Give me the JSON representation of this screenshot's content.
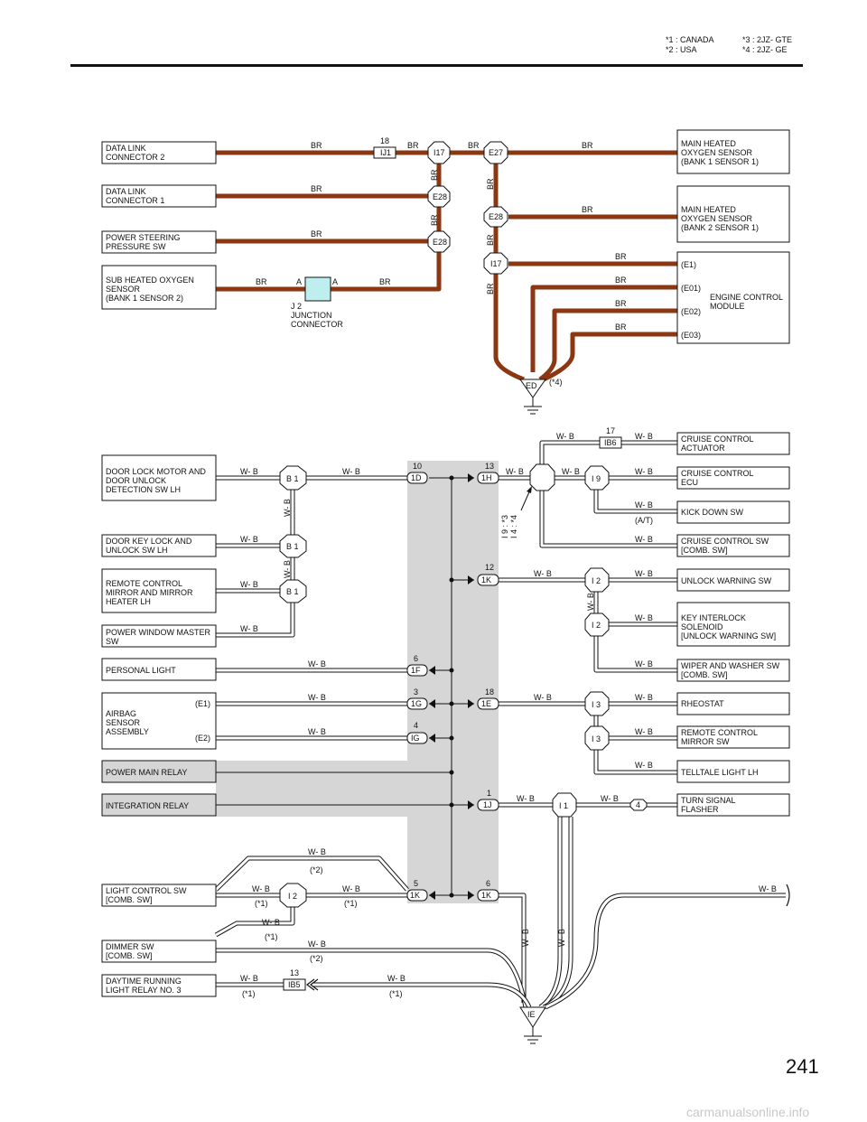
{
  "notes": {
    "n1": "*1 : CANADA",
    "n2": "*2 : USA",
    "n3": "*3 : 2JZ- GTE",
    "n4": "*4 : 2JZ- GE"
  },
  "page_number": "241",
  "watermark": "carmanualsonline.info",
  "wire": {
    "br": "BR",
    "wb": "W- B"
  },
  "colors": {
    "br_wire": "#8a3712",
    "wb_wire": "#111111",
    "junction_block": "#d6d6d6"
  },
  "components": {
    "dlc2": [
      "DATA LINK",
      "CONNECTOR 2"
    ],
    "dlc1": [
      "DATA LINK",
      "CONNECTOR 1"
    ],
    "ps_sw": [
      "POWER STEERING",
      "PRESSURE SW"
    ],
    "sub_o2": [
      "SUB HEATED OXYGEN",
      "SENSOR",
      "(BANK 1 SENSOR 2)"
    ],
    "main_o2_b1": [
      "MAIN HEATED",
      "OXYGEN SENSOR",
      "(BANK 1 SENSOR 1)"
    ],
    "main_o2_b2": [
      "MAIN HEATED",
      "OXYGEN SENSOR",
      "(BANK 2 SENSOR 1)"
    ],
    "ecm": [
      "ENGINE CONTROL",
      "MODULE"
    ],
    "ecm_pins": [
      "(E1)",
      "(E01)",
      "(E02)",
      "(E03)"
    ],
    "j2": [
      "J 2",
      "JUNCTION",
      "CONNECTOR"
    ],
    "door_lock_motor": [
      "DOOR LOCK MOTOR AND",
      "DOOR UNLOCK",
      "DETECTION SW LH"
    ],
    "door_key_sw": [
      "DOOR KEY LOCK AND",
      "UNLOCK SW LH"
    ],
    "remote_mirror_lh": [
      "REMOTE CONTROL",
      "MIRROR AND MIRROR",
      "HEATER LH"
    ],
    "pw_master": [
      "POWER WINDOW MASTER",
      "SW"
    ],
    "personal_light": [
      "PERSONAL LIGHT"
    ],
    "airbag": [
      "AIRBAG",
      "SENSOR",
      "ASSEMBLY"
    ],
    "airbag_pins": [
      "(E1)",
      "(E2)"
    ],
    "power_main_relay": [
      "POWER MAIN RELAY"
    ],
    "integration_relay": [
      "INTEGRATION RELAY"
    ],
    "light_control_sw": [
      "LIGHT CONTROL SW",
      "[COMB.  SW]"
    ],
    "dimmer_sw": [
      "DIMMER SW",
      "[COMB.  SW]"
    ],
    "drl_relay": [
      "DAYTIME RUNNING",
      "LIGHT RELAY NO. 3"
    ],
    "cc_actuator": [
      "CRUISE CONTROL",
      "ACTUATOR"
    ],
    "cc_ecu": [
      "CRUISE CONTROL",
      "ECU"
    ],
    "kick_down": [
      "KICK DOWN SW"
    ],
    "cc_sw": [
      "CRUISE CONTROL SW",
      "[COMB.  SW]"
    ],
    "unlock_warn": [
      "UNLOCK WARNING SW"
    ],
    "key_interlock": [
      "KEY INTERLOCK",
      "SOLENOID",
      "[UNLOCK WARNING SW]"
    ],
    "wiper_sw": [
      "WIPER AND WASHER SW",
      "[COMB.  SW]"
    ],
    "rheostat": [
      "RHEOSTAT"
    ],
    "remote_mirror_sw": [
      "REMOTE CONTROL",
      "MIRROR SW"
    ],
    "telltale": [
      "TELLTALE LIGHT LH"
    ],
    "turn_flasher": [
      "TURN SIGNAL",
      "FLASHER"
    ]
  },
  "connectors": {
    "ij1": "IJ1",
    "ij1_pin": "18",
    "i17": "I17",
    "e27": "E27",
    "e28": "E28",
    "ib6": "IB6",
    "ib6_pin": "17",
    "ib5": "IB5",
    "ib5_pin": "13",
    "b1": "B 1",
    "i9": "I 9",
    "i2": "I 2",
    "i3": "I 3",
    "i1": "I 1",
    "four": "4",
    "j_a": "A",
    "c1d": "1D",
    "c1d_pin": "10",
    "c1h": "1H",
    "c1h_pin": "13",
    "c1k": "1K",
    "c1k_pin_a": "12",
    "c1k_pin_b": "5",
    "c1k_pin_c": "6",
    "c1f": "1F",
    "c1f_pin": "6",
    "c1g": "1G",
    "c1g_pin": "3",
    "cig": "IG",
    "cig_pin": "4",
    "c1e": "1E",
    "c1e_pin": "18",
    "c1j": "1J",
    "c1j_pin": "1"
  },
  "grounds": {
    "ed": "ED",
    "ie": "IE"
  },
  "annotations": {
    "s4": "(*4)",
    "s2": "(*2)",
    "s1": "(*1)",
    "at": "(A/T)",
    "i9_note": "I 9 : *3",
    "i4_note": "I 4 : *4"
  }
}
